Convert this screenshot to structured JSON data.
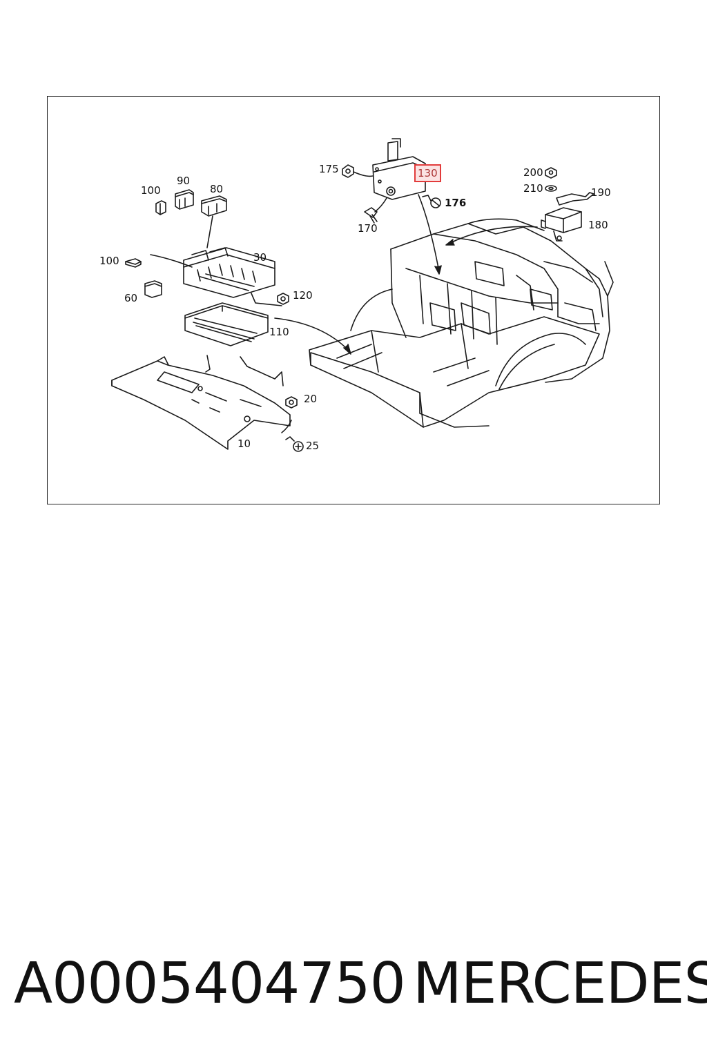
{
  "diagram": {
    "callouts": {
      "c175": "175",
      "c130": "130",
      "c176": "176",
      "c170": "170",
      "c200": "200",
      "c210": "210",
      "c190": "190",
      "c180": "180",
      "c100a": "100",
      "c90": "90",
      "c80": "80",
      "c100b": "100",
      "c30": "30",
      "c60": "60",
      "c120": "120",
      "c110": "110",
      "c20": "20",
      "c10": "10",
      "c25": "25"
    },
    "highlighted_callout": "130",
    "highlight_color": "#e23b3b"
  },
  "footer": {
    "part_number": "A0005404750",
    "brand": "MERCEDES"
  }
}
